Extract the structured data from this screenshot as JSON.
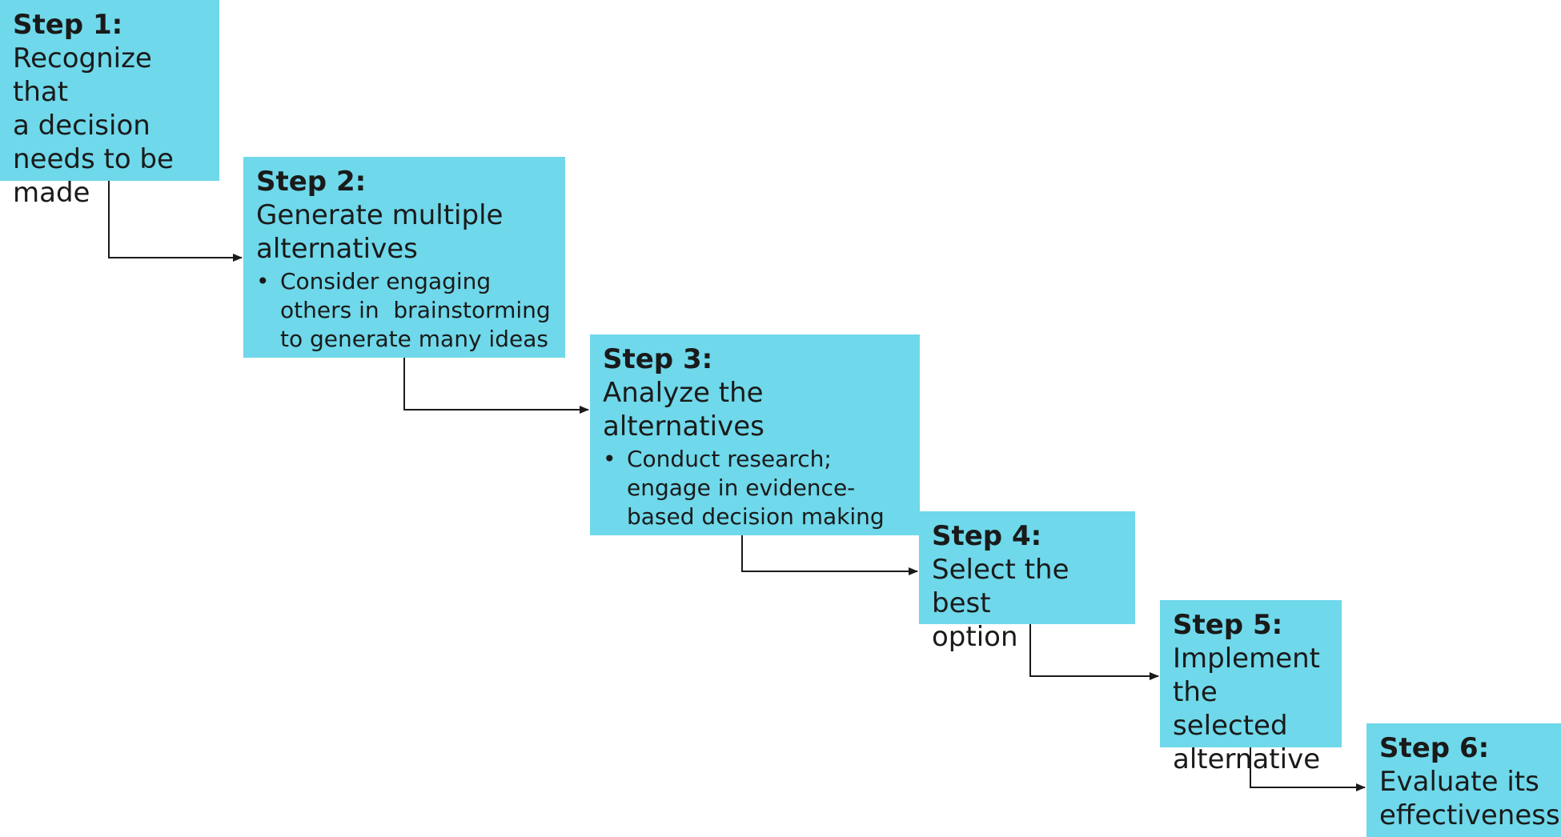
{
  "steps": [
    {
      "title": "Step 1:",
      "lines": [
        "Recognize that",
        "a decision",
        "needs to be",
        "made"
      ],
      "bullets": []
    },
    {
      "title": "Step 2:",
      "lines": [
        "Generate multiple",
        "alternatives"
      ],
      "bullets": [
        {
          "lines": [
            "Consider engaging",
            "others in  brainstorming",
            "to generate many ideas"
          ]
        }
      ]
    },
    {
      "title": "Step 3:",
      "lines": [
        "Analyze the",
        "alternatives"
      ],
      "bullets": [
        {
          "lines": [
            "Conduct research;",
            "engage in evidence-",
            "based decision making"
          ]
        }
      ]
    },
    {
      "title": "Step 4:",
      "lines": [
        "Select the best",
        "option"
      ],
      "bullets": []
    },
    {
      "title": "Step 5:",
      "lines": [
        "Implement",
        "the selected",
        "alternative"
      ],
      "bullets": []
    },
    {
      "title": "Step 6:",
      "lines": [
        "Evaluate its",
        "effectiveness"
      ],
      "bullets": []
    }
  ],
  "bullet_glyph": "•",
  "colors": {
    "box_fill": "#6fd8ea",
    "text": "#1a1a1a",
    "connector": "#1a1a1a"
  }
}
